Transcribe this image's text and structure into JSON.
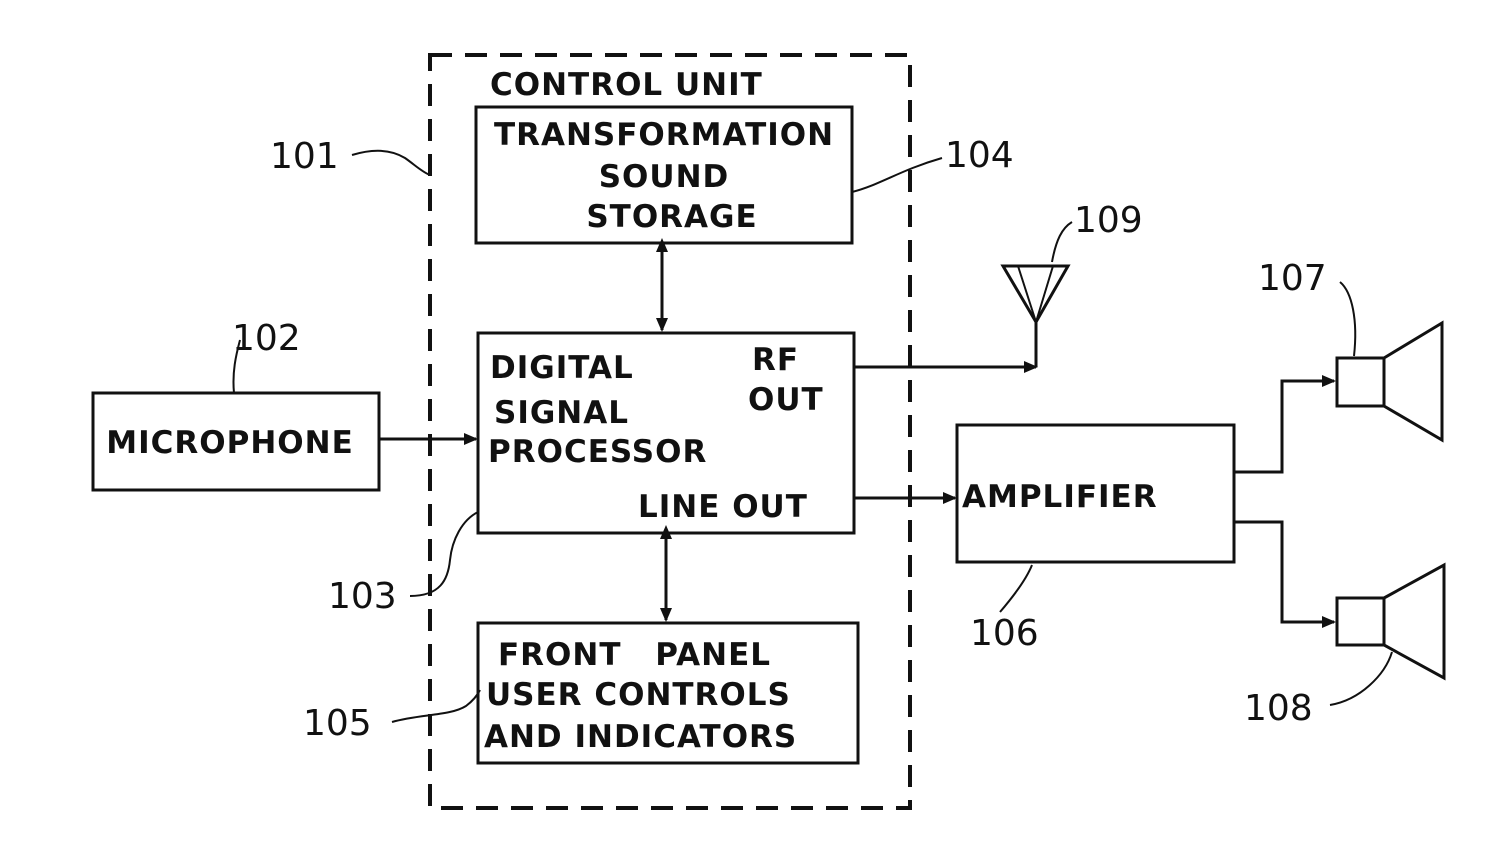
{
  "control_unit": {
    "label": "CONTROL UNIT",
    "ref": "101"
  },
  "blocks": {
    "storage": {
      "lines": [
        "TRANSFORMATION",
        "SOUND",
        "STORAGE"
      ],
      "ref": "104"
    },
    "dsp": {
      "line1": "DIGITAL",
      "line2": "SIGNAL",
      "line3": "PROCESSOR",
      "rf_line1": "RF",
      "rf_line2": "OUT",
      "line_out": "LINE OUT",
      "ref": "103"
    },
    "front_panel": {
      "lines": [
        "FRONT PANEL",
        "USER CONTROLS",
        "AND INDICATORS"
      ],
      "ref": "105"
    },
    "microphone": {
      "label": "MICROPHONE",
      "ref": "102"
    },
    "amplifier": {
      "label": "AMPLIFIER",
      "ref": "106"
    }
  },
  "antenna": {
    "ref": "109"
  },
  "speakers": {
    "top_ref": "107",
    "bottom_ref": "108"
  },
  "colors": {
    "ink": "#111111",
    "paper": "#ffffff"
  }
}
